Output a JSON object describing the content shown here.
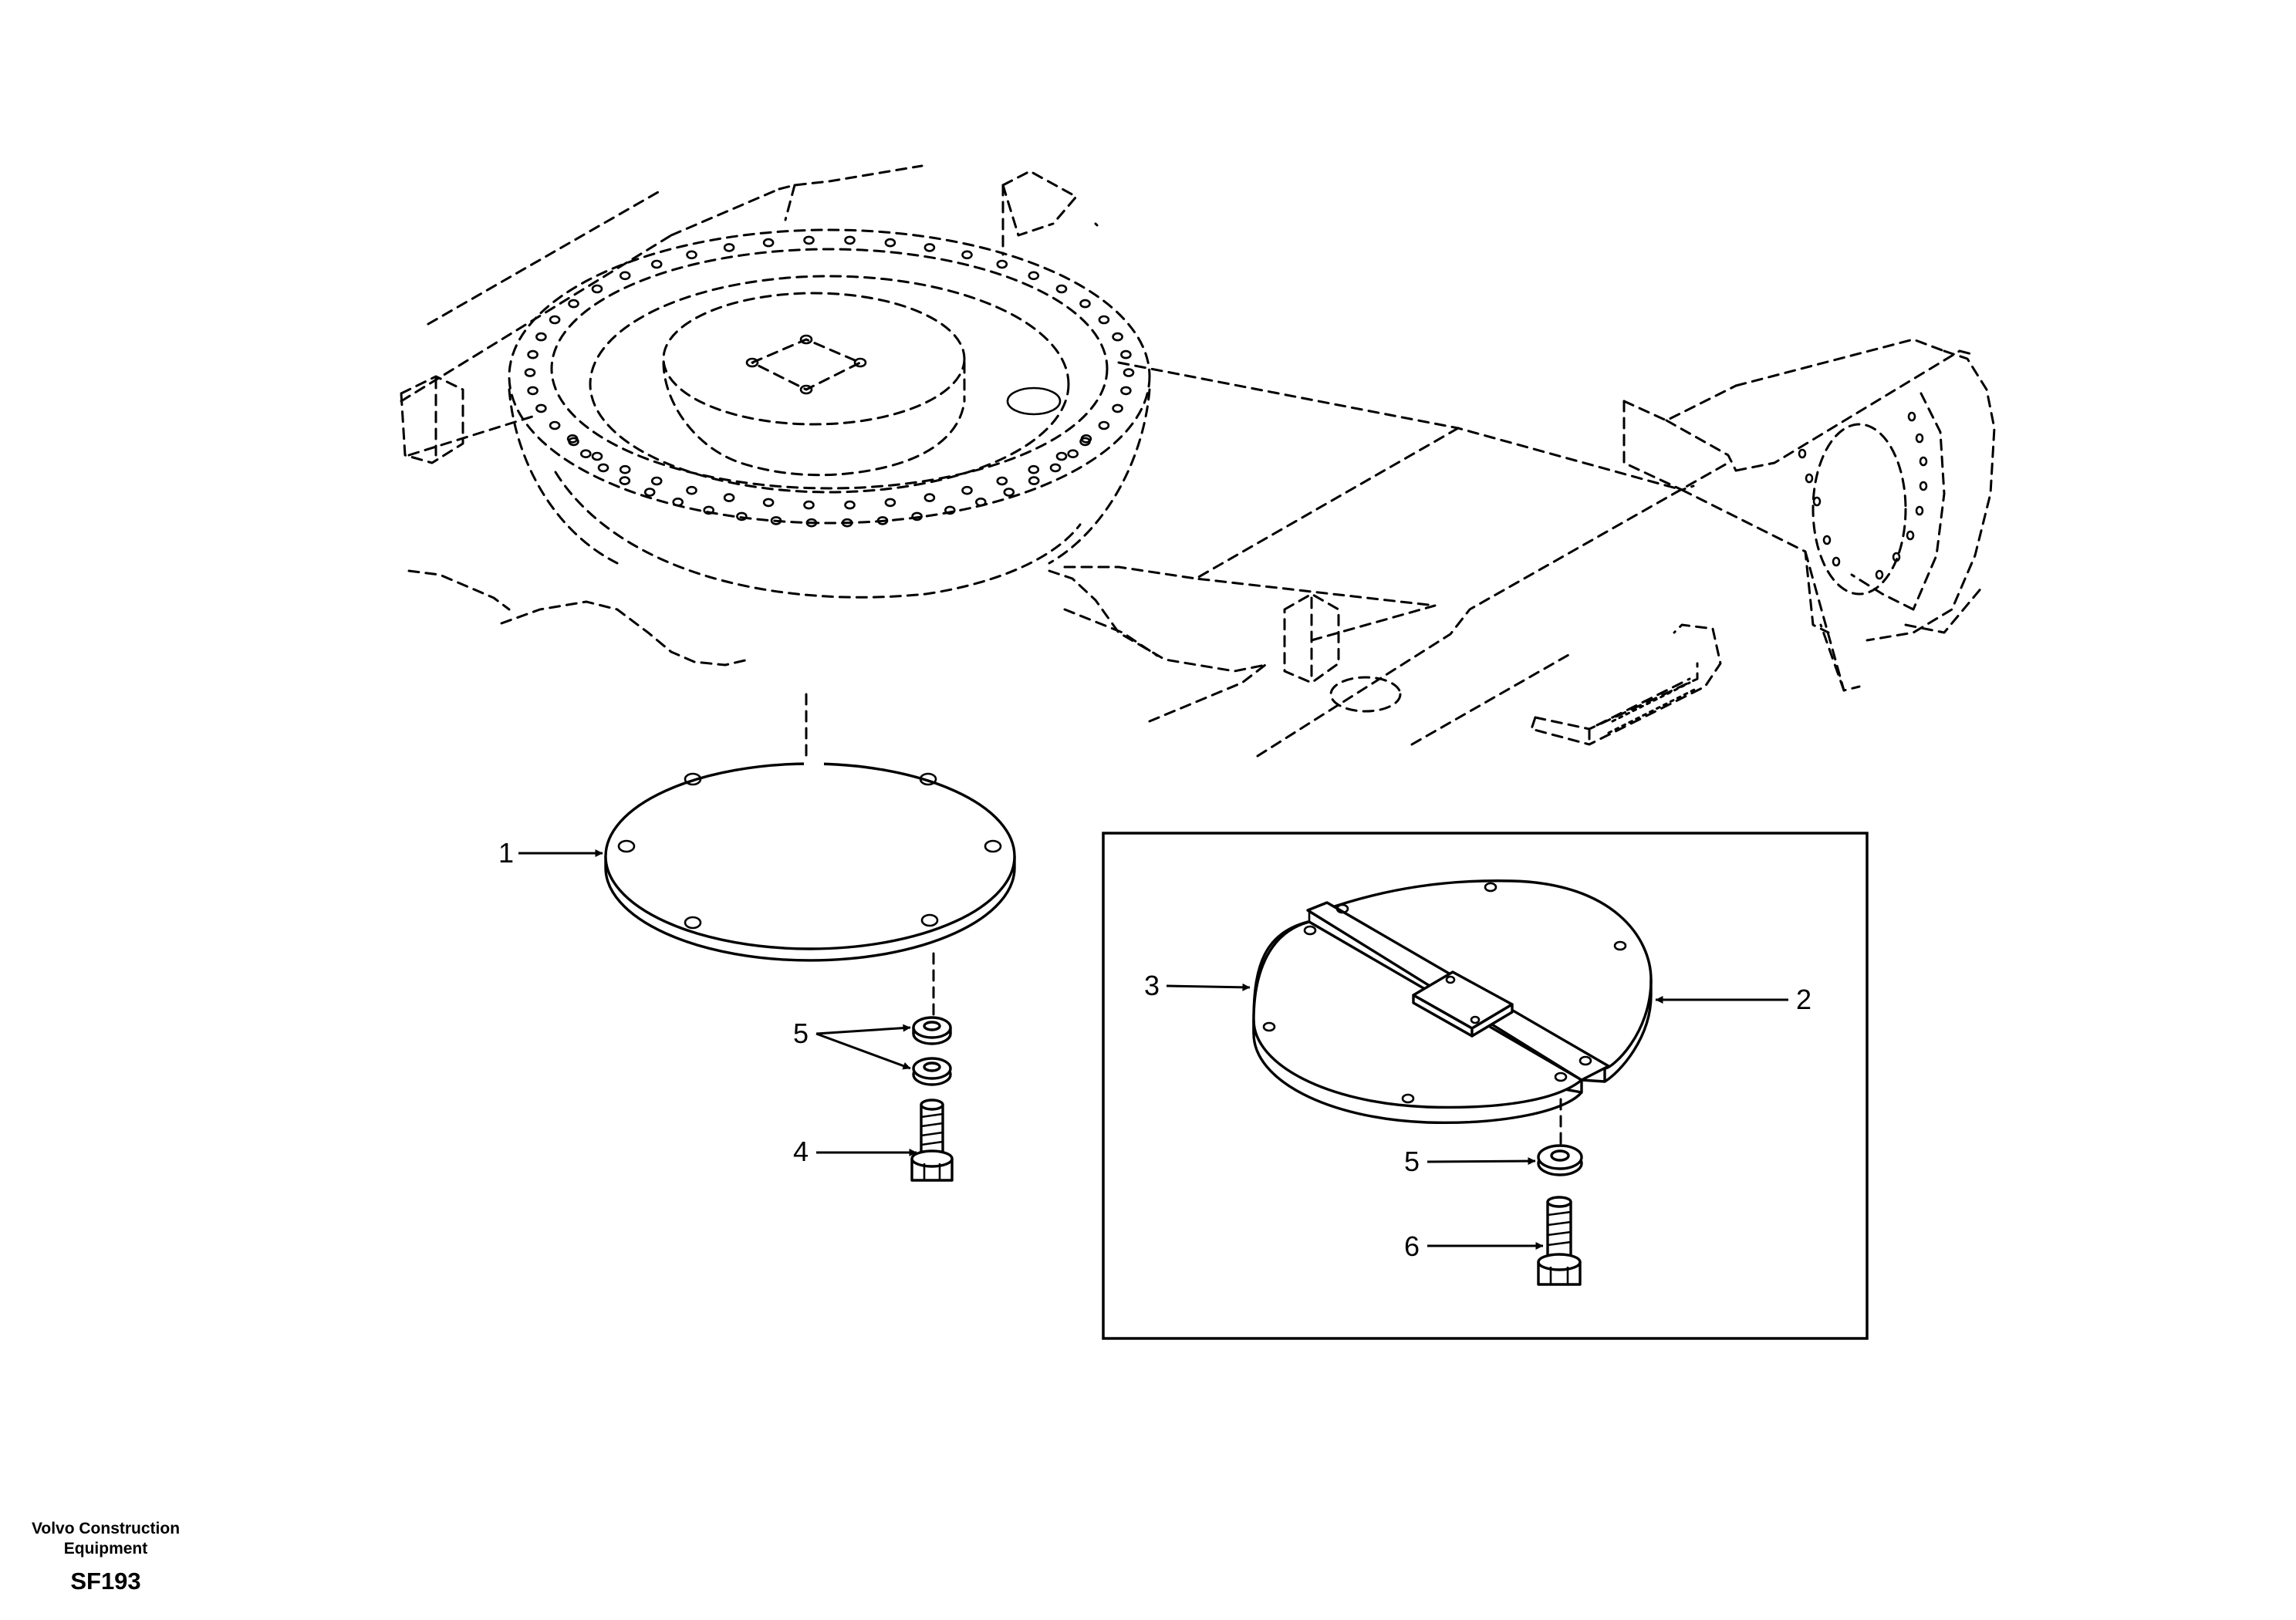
{
  "callouts": {
    "c1": "1",
    "c2": "2",
    "c3": "3",
    "c4": "4",
    "c5a": "5",
    "c5b": "5",
    "c6": "6"
  },
  "footer": {
    "line1": "Volvo Construction",
    "line2": "Equipment",
    "code": "SF193"
  },
  "colors": {
    "ink": "#000000",
    "paper": "#ffffff"
  }
}
